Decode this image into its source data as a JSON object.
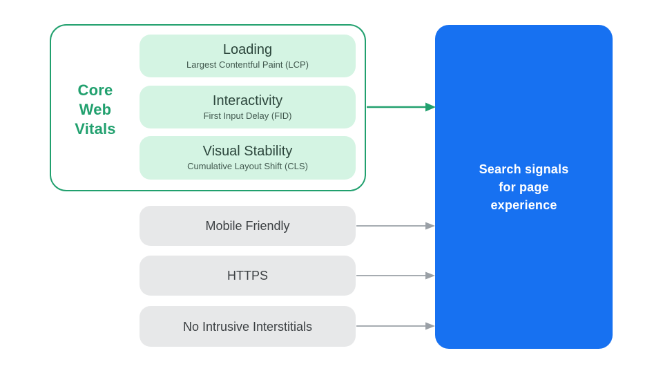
{
  "diagram": {
    "core_web_vitals": {
      "label": "Core\nWeb\nVitals",
      "items": [
        {
          "title": "Loading",
          "subtitle": "Largest Contentful Paint (LCP)"
        },
        {
          "title": "Interactivity",
          "subtitle": "First Input Delay (FID)"
        },
        {
          "title": "Visual Stability",
          "subtitle": "Cumulative Layout Shift (CLS)"
        }
      ]
    },
    "other_signals": [
      {
        "label": "Mobile Friendly"
      },
      {
        "label": "HTTPS"
      },
      {
        "label": "No Intrusive Interstitials"
      }
    ],
    "result": {
      "label": "Search signals\nfor page\nexperience"
    }
  },
  "colors": {
    "green_accent": "#21A06E",
    "mint_fill": "#D4F4E3",
    "title_text": "#2C463C",
    "subtitle_text": "#41584E",
    "gray_fill": "#E7E8E9",
    "gray_text": "#3C4043",
    "arrow_gray": "#9AA0A6",
    "blue_fill": "#1771F1",
    "result_text": "#FFFFFF",
    "background": "#FFFFFF"
  }
}
